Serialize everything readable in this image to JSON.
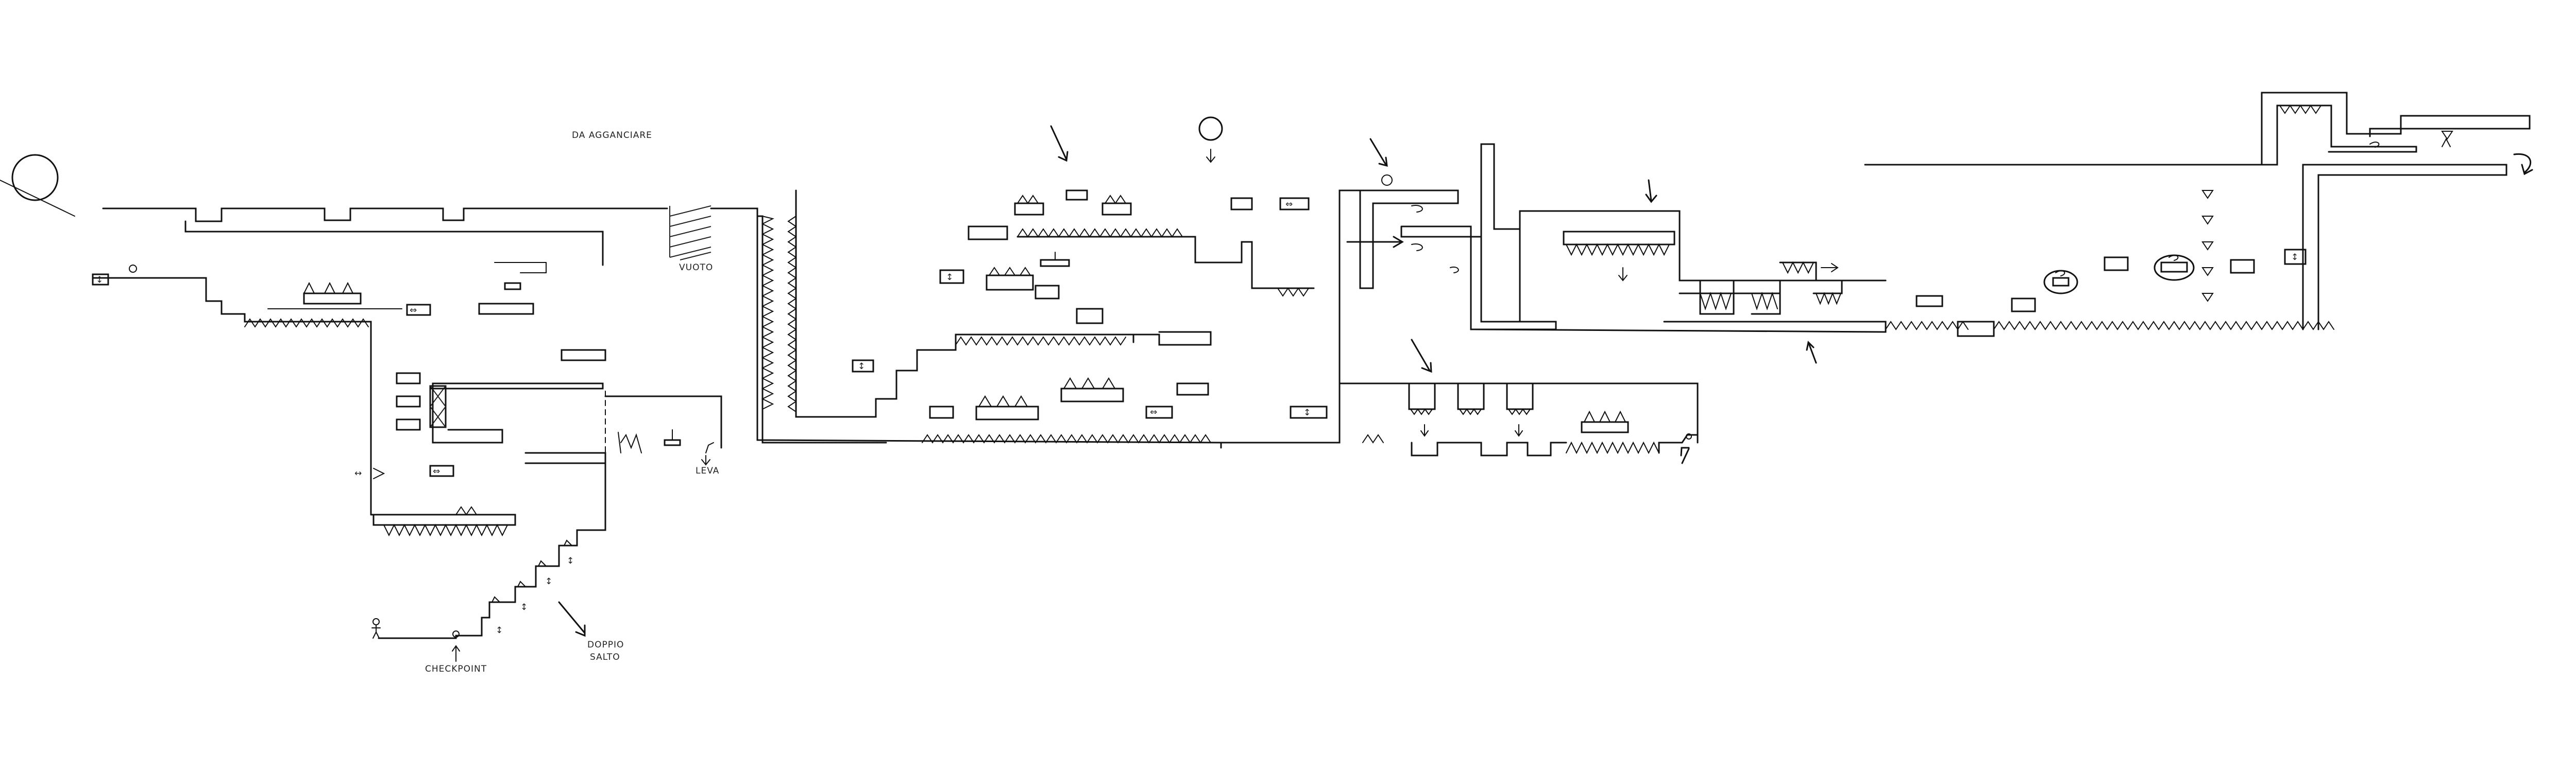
{
  "scene": "hand-drawn platformer level design sketch",
  "colors": {
    "ink": "#111111",
    "paper": "#ffffff"
  },
  "labels": {
    "da_agganciare": "DA AGGANCIARE",
    "vuoto": "VUOTO",
    "leva": "LEVA",
    "checkpoint": "CHECKPOINT",
    "doppio": "DOPPIO",
    "salto": "SALTO"
  },
  "markers": {
    "vertical_arrow": "↕",
    "horizontal_arrow": "↔",
    "double_arrow": "⇔",
    "down_arrow": "↓"
  },
  "icons": [
    "player-stick-figure",
    "boulder",
    "lever",
    "spikes",
    "moving-platform",
    "pendulum-ball",
    "enemy-bird",
    "arrow-hint"
  ]
}
